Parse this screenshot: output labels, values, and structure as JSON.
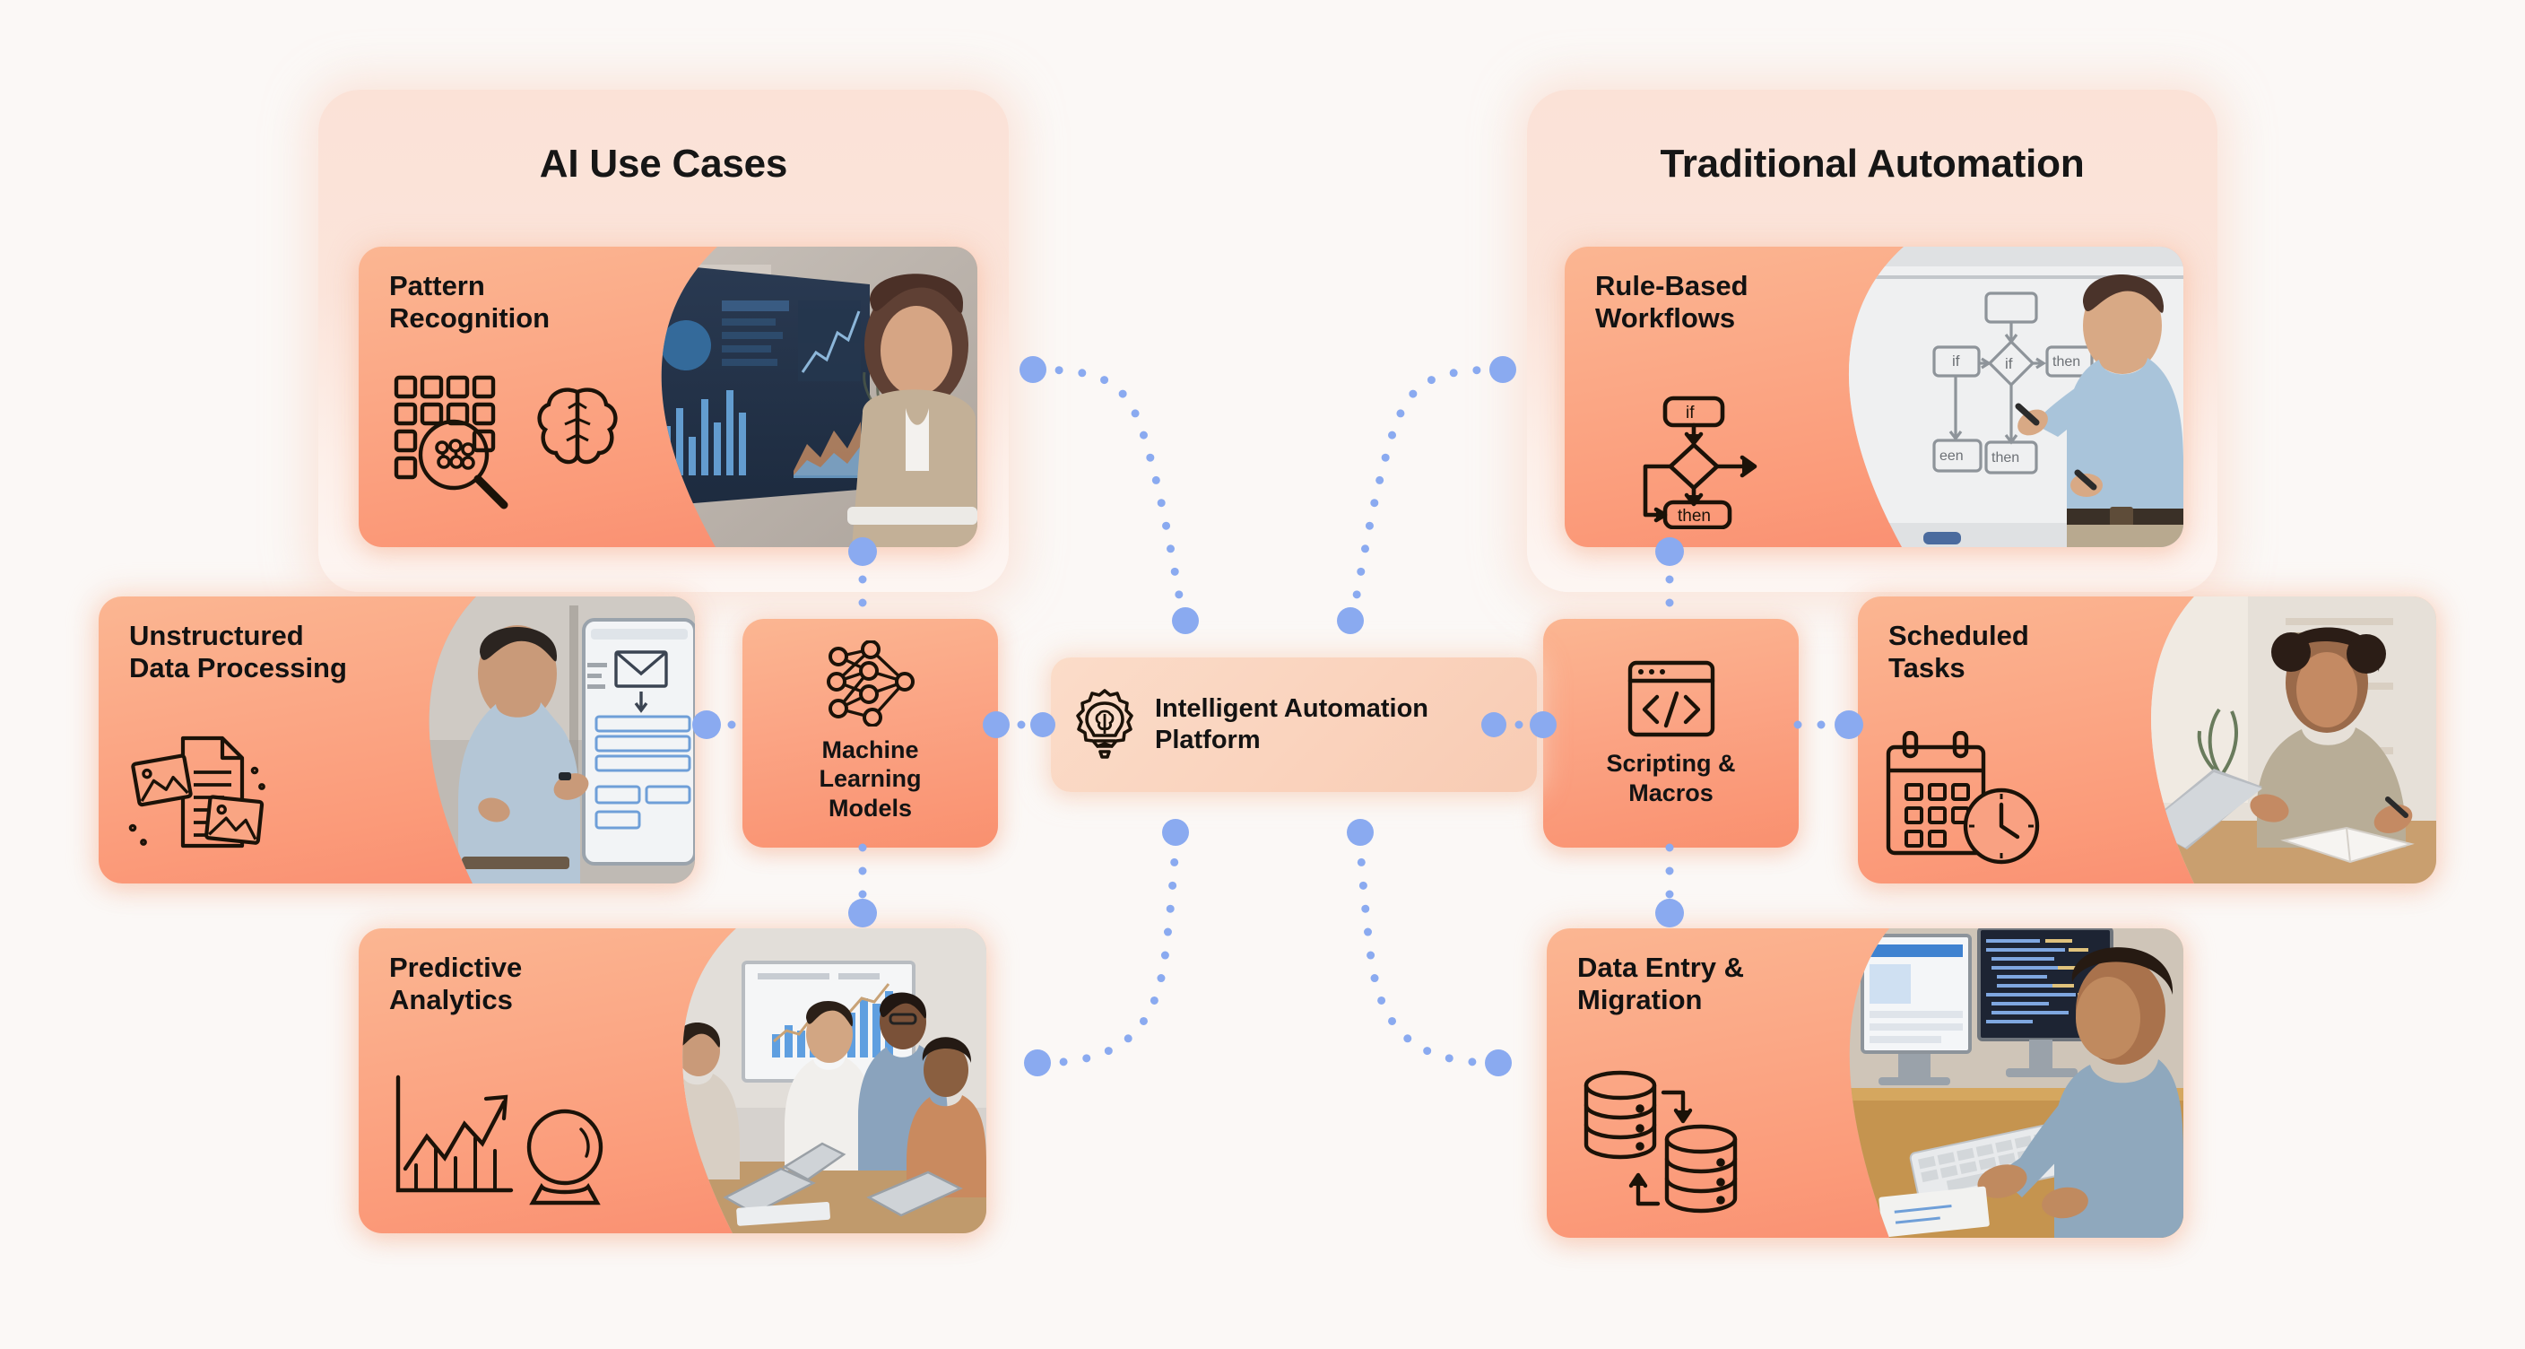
{
  "canvas": {
    "background_color": "#fbf8f6",
    "accent_card_color": "#fba888",
    "connector_color": "#8aaaf0",
    "panel_color": "#fbe3d8"
  },
  "groups": [
    {
      "id": "ai",
      "title": "AI Use Cases"
    },
    {
      "id": "trad",
      "title": "Traditional Automation"
    }
  ],
  "hub": {
    "label": "Intelligent Automation\nPlatform",
    "icon": "lightbulb-gear-icon"
  },
  "nodes": [
    {
      "id": "ml",
      "label": "Machine\nLearning\nModels",
      "icon": "neural-network-icon"
    },
    {
      "id": "script",
      "label": "Scripting &\nMacros",
      "icon": "code-window-icon"
    }
  ],
  "cards": [
    {
      "id": "pattern-recognition",
      "title": "Pattern\nRecognition",
      "icon": "grid-magnifier-brain-icon",
      "photo_alt": "woman-at-desktop-analytics-dashboard"
    },
    {
      "id": "unstructured-data-processing",
      "title": "Unstructured\nData Processing",
      "icon": "documents-images-icon",
      "photo_alt": "man-presenting-tablet-email-form-workflow"
    },
    {
      "id": "predictive-analytics",
      "title": "Predictive\nAnalytics",
      "icon": "growth-chart-crystal-ball-icon",
      "photo_alt": "team-meeting-with-chart-presentation"
    },
    {
      "id": "rule-based-workflows",
      "title": "Rule-Based\nWorkflows",
      "icon": "if-then-flowchart-icon",
      "photo_alt": "man-pointing-at-whiteboard-flowchart",
      "flowchart_labels": {
        "top": "if",
        "bottom": "then"
      },
      "whiteboard_labels": [
        "if",
        "if",
        "then",
        "then",
        "een"
      ]
    },
    {
      "id": "scheduled-tasks",
      "title": "Scheduled\nTasks",
      "icon": "calendar-clock-icon",
      "photo_alt": "woman-working-on-laptop-taking-notes"
    },
    {
      "id": "data-entry-migration",
      "title": "Data Entry &\nMigration",
      "icon": "database-transfer-icon",
      "photo_alt": "man-typing-at-dual-monitor-workstation"
    }
  ]
}
